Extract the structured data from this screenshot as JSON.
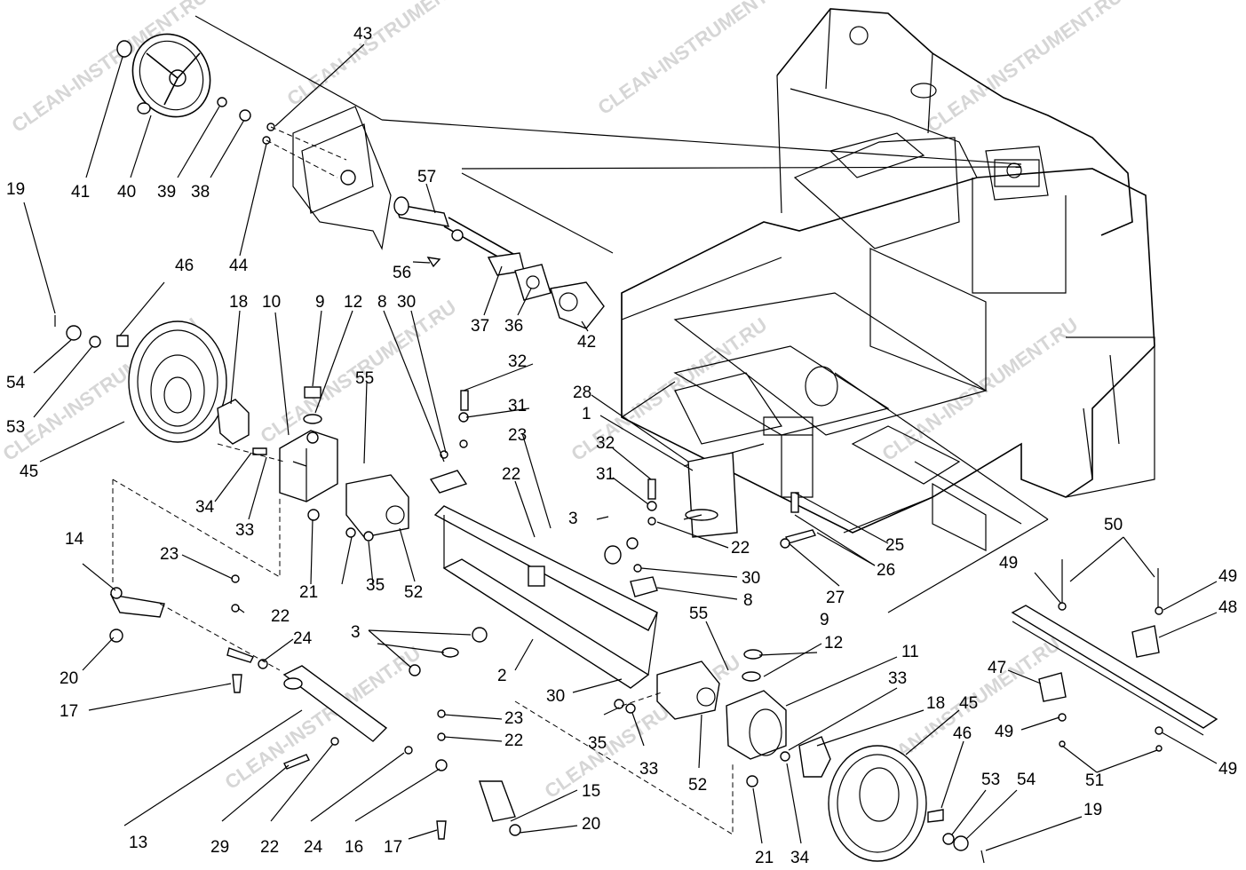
{
  "watermark": "CLEAN-INSTRUMENT.RU",
  "callouts": [
    {
      "n": "43"
    },
    {
      "n": "41"
    },
    {
      "n": "40"
    },
    {
      "n": "39"
    },
    {
      "n": "38"
    },
    {
      "n": "44"
    },
    {
      "n": "57"
    },
    {
      "n": "56"
    },
    {
      "n": "37"
    },
    {
      "n": "36"
    },
    {
      "n": "42"
    },
    {
      "n": "19"
    },
    {
      "n": "46"
    },
    {
      "n": "54"
    },
    {
      "n": "53"
    },
    {
      "n": "45"
    },
    {
      "n": "18"
    },
    {
      "n": "10"
    },
    {
      "n": "9"
    },
    {
      "n": "12"
    },
    {
      "n": "8"
    },
    {
      "n": "30"
    },
    {
      "n": "32"
    },
    {
      "n": "31"
    },
    {
      "n": "28"
    },
    {
      "n": "1"
    },
    {
      "n": "55"
    },
    {
      "n": "23"
    },
    {
      "n": "22"
    },
    {
      "n": "34"
    },
    {
      "n": "33"
    },
    {
      "n": "21"
    },
    {
      "n": "35"
    },
    {
      "n": "52"
    },
    {
      "n": "32"
    },
    {
      "n": "31"
    },
    {
      "n": "3"
    },
    {
      "n": "22"
    },
    {
      "n": "25"
    },
    {
      "n": "26"
    },
    {
      "n": "27"
    },
    {
      "n": "30"
    },
    {
      "n": "8"
    },
    {
      "n": "14"
    },
    {
      "n": "23"
    },
    {
      "n": "22"
    },
    {
      "n": "24"
    },
    {
      "n": "20"
    },
    {
      "n": "17"
    },
    {
      "n": "3"
    },
    {
      "n": "2"
    },
    {
      "n": "30"
    },
    {
      "n": "55"
    },
    {
      "n": "9"
    },
    {
      "n": "12"
    },
    {
      "n": "11"
    },
    {
      "n": "33"
    },
    {
      "n": "18"
    },
    {
      "n": "45"
    },
    {
      "n": "46"
    },
    {
      "n": "23"
    },
    {
      "n": "22"
    },
    {
      "n": "35"
    },
    {
      "n": "33"
    },
    {
      "n": "52"
    },
    {
      "n": "15"
    },
    {
      "n": "20"
    },
    {
      "n": "13"
    },
    {
      "n": "29"
    },
    {
      "n": "22"
    },
    {
      "n": "24"
    },
    {
      "n": "16"
    },
    {
      "n": "17"
    },
    {
      "n": "21"
    },
    {
      "n": "34"
    },
    {
      "n": "53"
    },
    {
      "n": "54"
    },
    {
      "n": "19"
    },
    {
      "n": "50"
    },
    {
      "n": "49"
    },
    {
      "n": "49"
    },
    {
      "n": "48"
    },
    {
      "n": "47"
    },
    {
      "n": "49"
    },
    {
      "n": "51"
    },
    {
      "n": "49"
    }
  ]
}
